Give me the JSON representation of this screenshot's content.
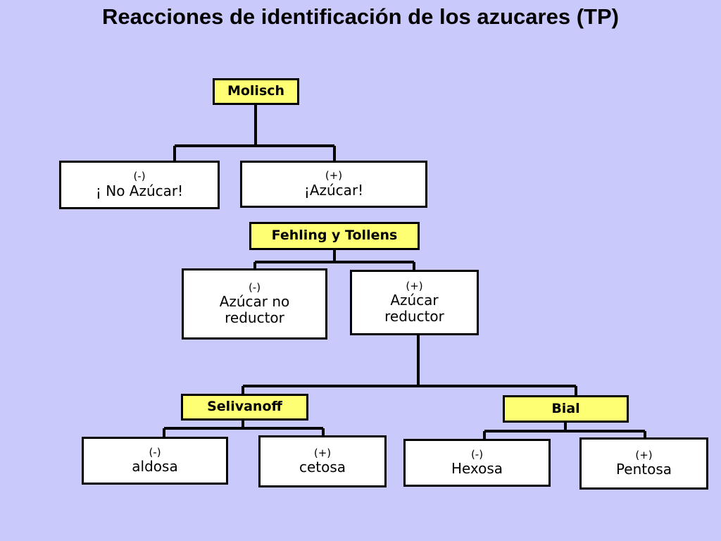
{
  "title": "Reacciones de identificación de los azucares (TP)",
  "colors": {
    "background": "#c9c9fb",
    "test_box": "#ffff73",
    "result_box": "#ffffff"
  },
  "nodes": {
    "molisch": "Molisch",
    "no_sugar": {
      "sign": "(-)",
      "label": "¡ No Azúcar!"
    },
    "sugar": {
      "sign": "(+)",
      "label": "¡Azúcar!"
    },
    "fehling_tollens": "Fehling y Tollens",
    "non_reducing": {
      "sign": "(-)",
      "label": "Azúcar no reductor"
    },
    "reducing": {
      "sign": "(+)",
      "label": "Azúcar reductor"
    },
    "selivanoff": "Selivanoff",
    "aldose": {
      "sign": "(-)",
      "label": "aldosa"
    },
    "ketose": {
      "sign": "(+)",
      "label": "cetosa"
    },
    "bial": "Bial",
    "hexose": {
      "sign": "(-)",
      "label": "Hexosa"
    },
    "pentose": {
      "sign": "(+)",
      "label": "Pentosa"
    }
  }
}
